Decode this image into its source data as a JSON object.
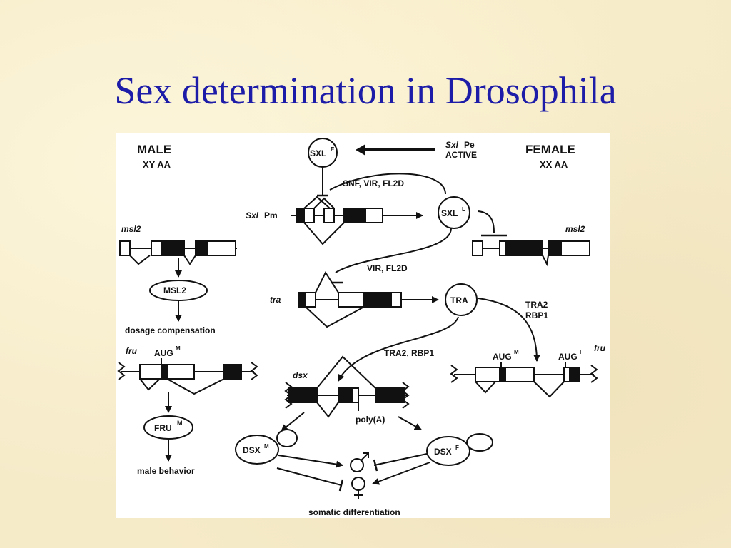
{
  "title": "Sex determination in Drosophila",
  "male": {
    "heading": "MALE",
    "genotype": "XY AA"
  },
  "female": {
    "heading": "FEMALE",
    "genotype": "XX AA"
  },
  "sxl": {
    "sxle_base": "SXL",
    "sxle_sup": "E",
    "pe_gene": "Sxl",
    "pe_tag": "Pe",
    "pe_state": "ACTIVE",
    "factors": "SNF, VIR, FL2D",
    "pm_gene": "Sxl",
    "pm_tag": "Pm",
    "sxll_base": "SXL",
    "sxll_sup": "L"
  },
  "msl2": {
    "gene_left": "msl2",
    "gene_right": "msl2",
    "protein": "MSL2",
    "outcome": "dosage compensation"
  },
  "tra": {
    "gene": "tra",
    "factors": "VIR, FL2D",
    "protein": "TRA",
    "cofactors_line1": "TRA2",
    "cofactors_line2": "RBP1"
  },
  "fru": {
    "gene_left": "fru",
    "gene_right": "fru",
    "augm_base": "AUG",
    "augm_sup": "M",
    "augm2_base": "AUG",
    "augm2_sup": "M",
    "augf_base": "AUG",
    "augf_sup": "F",
    "protein_base": "FRU",
    "protein_sup": "M",
    "outcome": "male behavior"
  },
  "dsx": {
    "gene": "dsx",
    "factors": "TRA2, RBP1",
    "polya": "poly(A)",
    "dsxm_base": "DSX",
    "dsxm_sup": "M",
    "dsxf_base": "DSX",
    "dsxf_sup": "F",
    "outcome": "somatic differentiation"
  }
}
